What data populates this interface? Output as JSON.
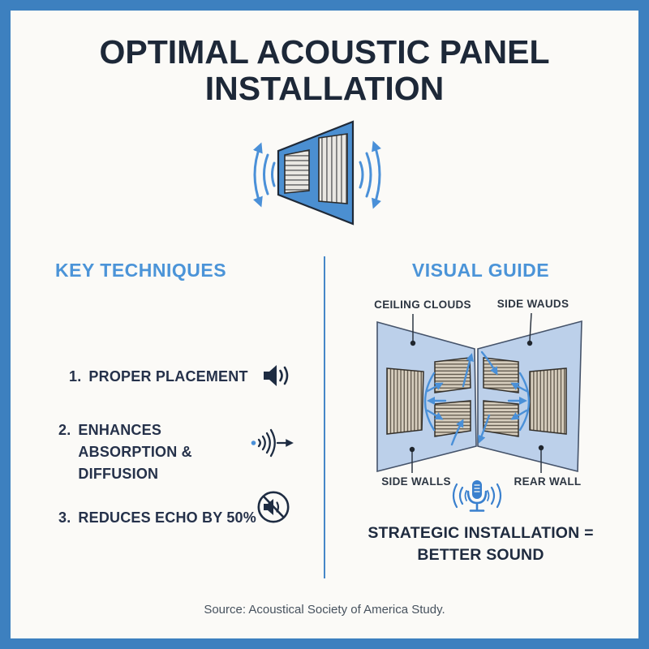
{
  "page": {
    "title": "OPTIMAL ACOUSTIC PANEL INSTALLATION",
    "source": "Source: Acoustical Society of America Study."
  },
  "colors": {
    "frame_blue": "#3d80bf",
    "heading_blue": "#4b94d8",
    "title_navy": "#1d2838",
    "item_navy": "#25314a",
    "icon_navy": "#1e2c42",
    "arrow_blue": "#4a90d8",
    "wall_light_blue": "#bcd0ea",
    "panel_blue": "#4b8fd1",
    "panel_tan": "#d6cdbd",
    "label_gray": "#2d3642",
    "source_gray": "#47525e"
  },
  "hero": {
    "icon": "acoustic-panel-sound-waves-illustration"
  },
  "key_techniques": {
    "heading": "KEY TECHNIQUES",
    "items": [
      {
        "number": "1.",
        "text": "PROPER PLACEMENT",
        "icon": "speaker-volume-icon"
      },
      {
        "number": "2.",
        "text": "ENHANCES ABSORPTION & DIFFUSION",
        "icon": "sound-wave-arrow-icon"
      },
      {
        "number": "3.",
        "text": "REDUCES ECHO BY 50%",
        "icon": "muted-speaker-icon"
      }
    ]
  },
  "visual_guide": {
    "heading": "VISUAL GUIDE",
    "labels": {
      "top_left": "CEILING CLOUDS",
      "top_right": "SIDE WAUDS",
      "bottom_left": "SIDE WALLS",
      "bottom_right": "REAR WALL"
    },
    "icon": "microphone-icon",
    "slogan_line1": "STRATEGIC INSTALLATION =",
    "slogan_line2": "BETTER SOUND"
  }
}
